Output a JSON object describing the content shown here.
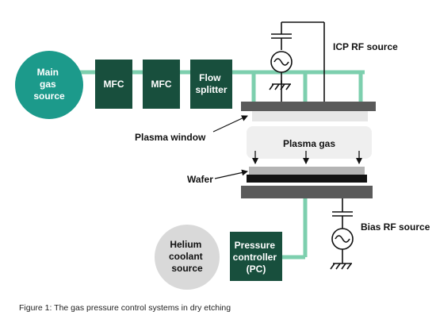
{
  "nodes": {
    "main_gas_source": [
      "Main",
      "gas",
      "source"
    ],
    "mfc1": "MFC",
    "mfc2": "MFC",
    "flow_splitter": [
      "Flow",
      "splitter"
    ],
    "helium_source": [
      "Helium",
      "coolant",
      "source"
    ],
    "pressure_controller": [
      "Pressure",
      "controller",
      "(PC)"
    ]
  },
  "labels": {
    "icp_rf_source": "ICP RF source",
    "plasma_window": "Plasma window",
    "plasma_gas": "Plasma gas",
    "wafer": "Wafer",
    "bias_rf_source": "Bias RF source"
  },
  "caption": "Figure 1: The gas pressure control systems in dry etching",
  "colors": {
    "teal": "#1c9a8b",
    "dark_green": "#184f3d",
    "pipe": "#7dcfae",
    "grey_circle": "#d9d9d9",
    "plate_dark": "#5a5a5a",
    "plate_light": "#e6e6e6",
    "wafer_dark": "#111111",
    "wafer_light": "#b4b4b4"
  }
}
